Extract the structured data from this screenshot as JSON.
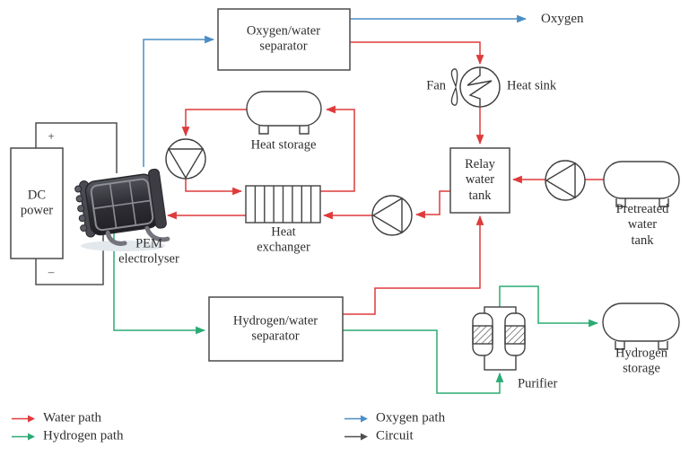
{
  "colors": {
    "water": "#df3a3c",
    "hydrogen": "#2bab73",
    "oxygen": "#4a8ec5",
    "circuit": "#4f4f4f"
  },
  "components": {
    "dc_power": {
      "label": "DC\npower",
      "plus": "+",
      "minus": "–"
    },
    "pem_electrolyser": {
      "label": "PEM\nelectrolyser"
    },
    "oxygen_separator": {
      "label": "Oxygen/water\nseparator"
    },
    "oxygen_outlet": {
      "label": "Oxygen"
    },
    "fan": {
      "label": "Fan"
    },
    "heat_sink": {
      "label": "Heat sink"
    },
    "heat_storage": {
      "label": "Heat storage"
    },
    "heat_exchanger": {
      "label": "Heat\nexchanger"
    },
    "relay_water_tank": {
      "label": "Relay\nwater\ntank"
    },
    "pretreated_water_tank": {
      "label": "Pretreated\nwater tank"
    },
    "hydrogen_separator": {
      "label": "Hydrogen/water\nseparator"
    },
    "purifier": {
      "label": "Purifier"
    },
    "hydrogen_storage": {
      "label": "Hydrogen\nstorage"
    }
  },
  "legend": {
    "items": [
      {
        "label": "Water path",
        "color_key": "water"
      },
      {
        "label": "Hydrogen path",
        "color_key": "hydrogen"
      },
      {
        "label": "Oxygen path",
        "color_key": "oxygen"
      },
      {
        "label": "Circuit",
        "color_key": "circuit"
      }
    ]
  }
}
